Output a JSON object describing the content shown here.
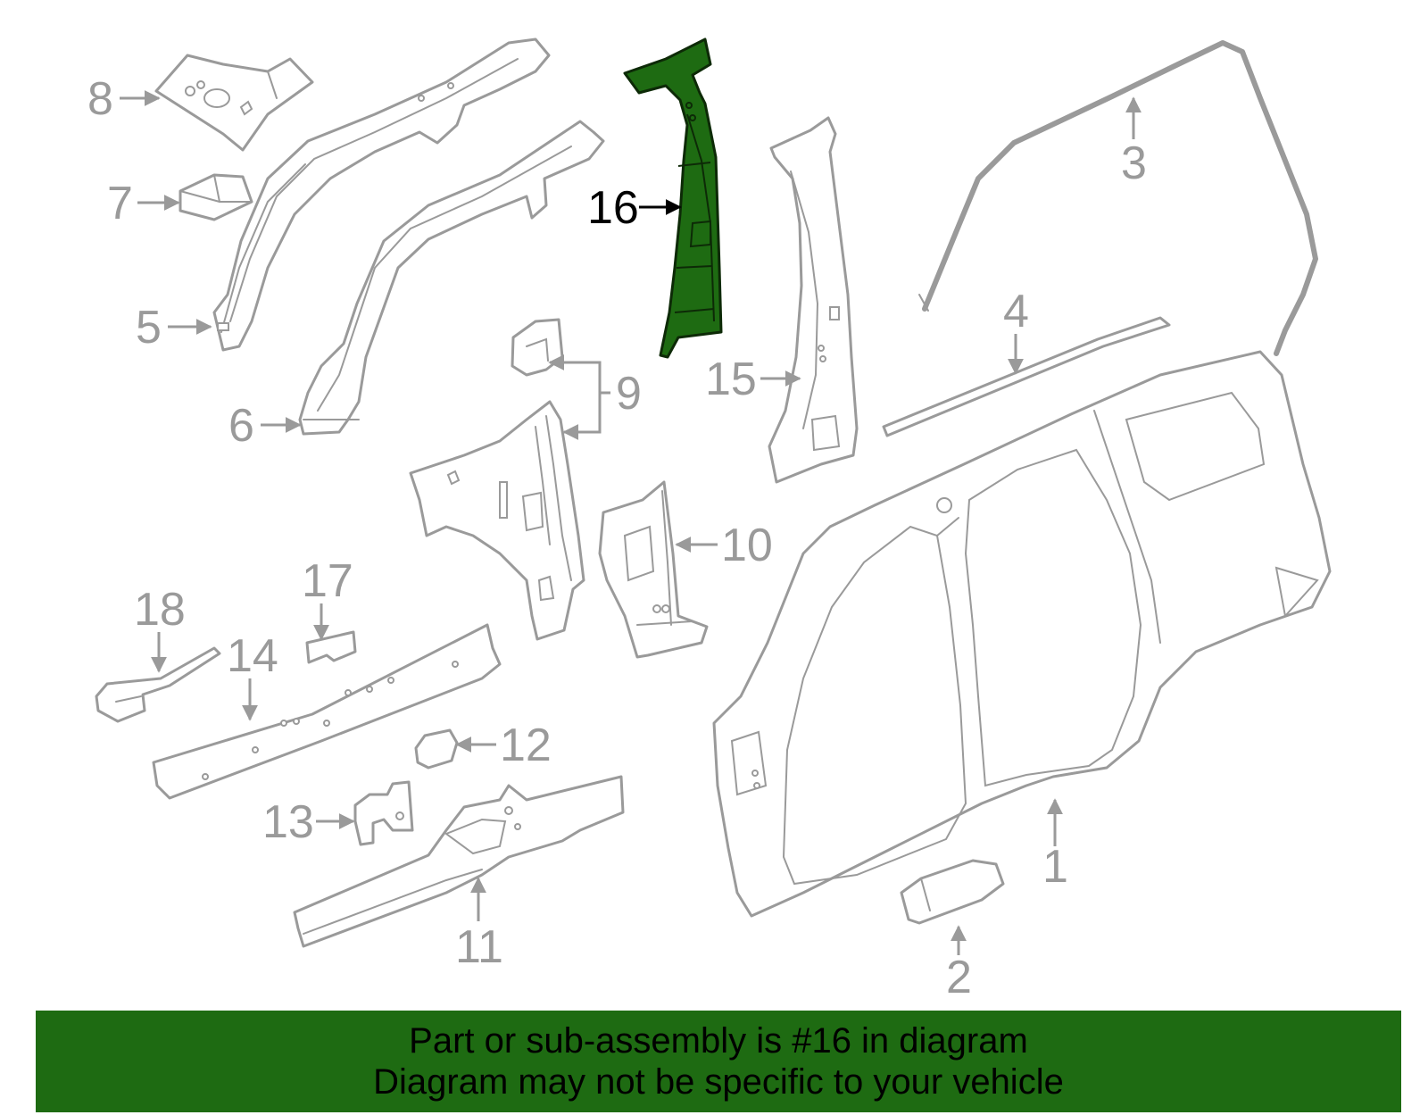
{
  "highlight_color": "#1e6b12",
  "callouts": {
    "c1": "1",
    "c2": "2",
    "c3": "3",
    "c4": "4",
    "c5": "5",
    "c6": "6",
    "c7": "7",
    "c8": "8",
    "c9": "9",
    "c10": "10",
    "c11": "11",
    "c12": "12",
    "c13": "13",
    "c14": "14",
    "c15": "15",
    "c16": "16",
    "c17": "17",
    "c18": "18"
  },
  "footer": {
    "line1": "Part or sub-assembly is #16 in diagram",
    "line2": "Diagram may not be specific to your vehicle"
  }
}
